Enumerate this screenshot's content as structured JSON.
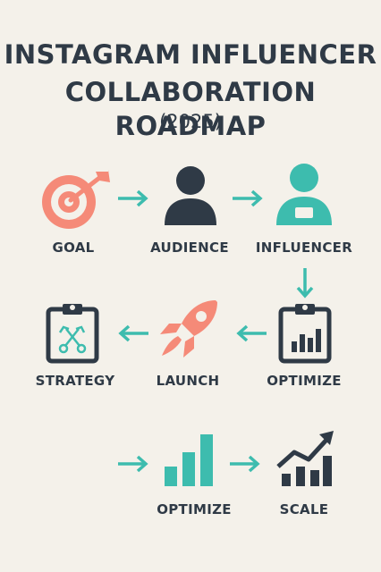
{
  "title_line1": "INSTAGRAM INFLUENCER",
  "title_line2": "COLLABORATION ROADMAP",
  "subtitle": "(2025)",
  "colors": {
    "dark": "#2f3a46",
    "coral": "#f58a78",
    "teal": "#3dbcae",
    "background": "#f4f1ea"
  },
  "steps": [
    {
      "label": "GOAL",
      "icon": "target-icon"
    },
    {
      "label": "AUDIENCE",
      "icon": "person-icon"
    },
    {
      "label": "INFLUENCER",
      "icon": "influencer-icon"
    },
    {
      "label": "OPTIMIZE",
      "icon": "clipboard-chart-icon"
    },
    {
      "label": "LAUNCH",
      "icon": "rocket-icon"
    },
    {
      "label": "STRATEGY",
      "icon": "clipboard-plan-icon"
    },
    {
      "label": "OPTIMIZE",
      "icon": "bar-chart-icon"
    },
    {
      "label": "SCALE",
      "icon": "growth-chart-icon"
    }
  ]
}
